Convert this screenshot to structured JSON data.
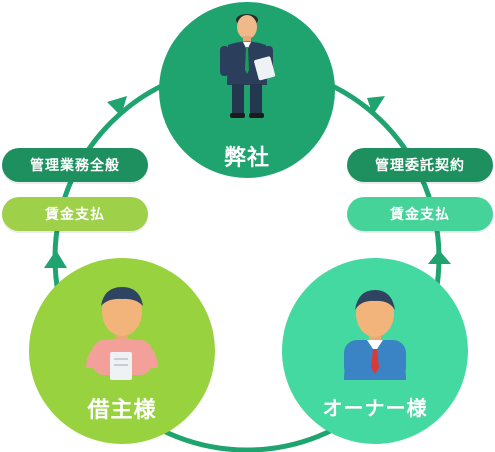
{
  "nodes": {
    "company": {
      "label": "弊社",
      "color": "#1fa36f"
    },
    "tenant": {
      "label": "借主様",
      "color": "#98d23e"
    },
    "owner": {
      "label": "オーナー様",
      "color": "#43d9a0"
    }
  },
  "left_labels": {
    "service": "管理業務全般",
    "payment": "賃金支払"
  },
  "right_labels": {
    "contract": "管理委託契約",
    "payment": "賃金支払"
  },
  "colors": {
    "cycle_line": "#1fa36f",
    "pill_dark": "#1e8f5f",
    "pill_lime": "#9ed04a",
    "pill_mint": "#46d39a"
  }
}
